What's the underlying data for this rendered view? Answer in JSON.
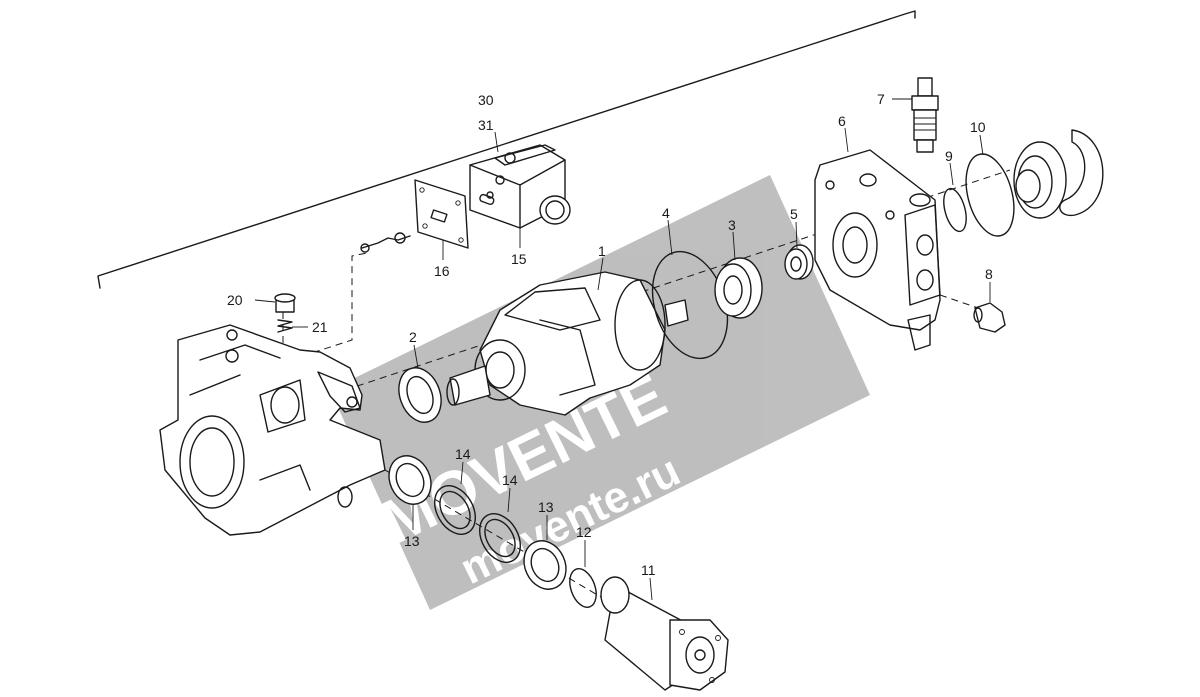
{
  "diagram": {
    "callouts": [
      {
        "id": "1",
        "label": "1"
      },
      {
        "id": "2",
        "label": "2"
      },
      {
        "id": "3",
        "label": "3"
      },
      {
        "id": "4",
        "label": "4"
      },
      {
        "id": "5",
        "label": "5"
      },
      {
        "id": "6",
        "label": "6"
      },
      {
        "id": "7",
        "label": "7"
      },
      {
        "id": "8",
        "label": "8"
      },
      {
        "id": "9",
        "label": "9"
      },
      {
        "id": "10",
        "label": "10"
      },
      {
        "id": "11",
        "label": "11"
      },
      {
        "id": "12",
        "label": "12"
      },
      {
        "id": "13a",
        "label": "13"
      },
      {
        "id": "13b",
        "label": "13"
      },
      {
        "id": "14a",
        "label": "14"
      },
      {
        "id": "14b",
        "label": "14"
      },
      {
        "id": "15",
        "label": "15"
      },
      {
        "id": "16",
        "label": "16"
      },
      {
        "id": "20",
        "label": "20"
      },
      {
        "id": "21",
        "label": "21"
      },
      {
        "id": "30",
        "label": "30"
      },
      {
        "id": "31",
        "label": "31"
      }
    ]
  },
  "watermark": {
    "brand": "MOVENTE",
    "site": "movente.ru",
    "color": "#8a8a8a"
  }
}
